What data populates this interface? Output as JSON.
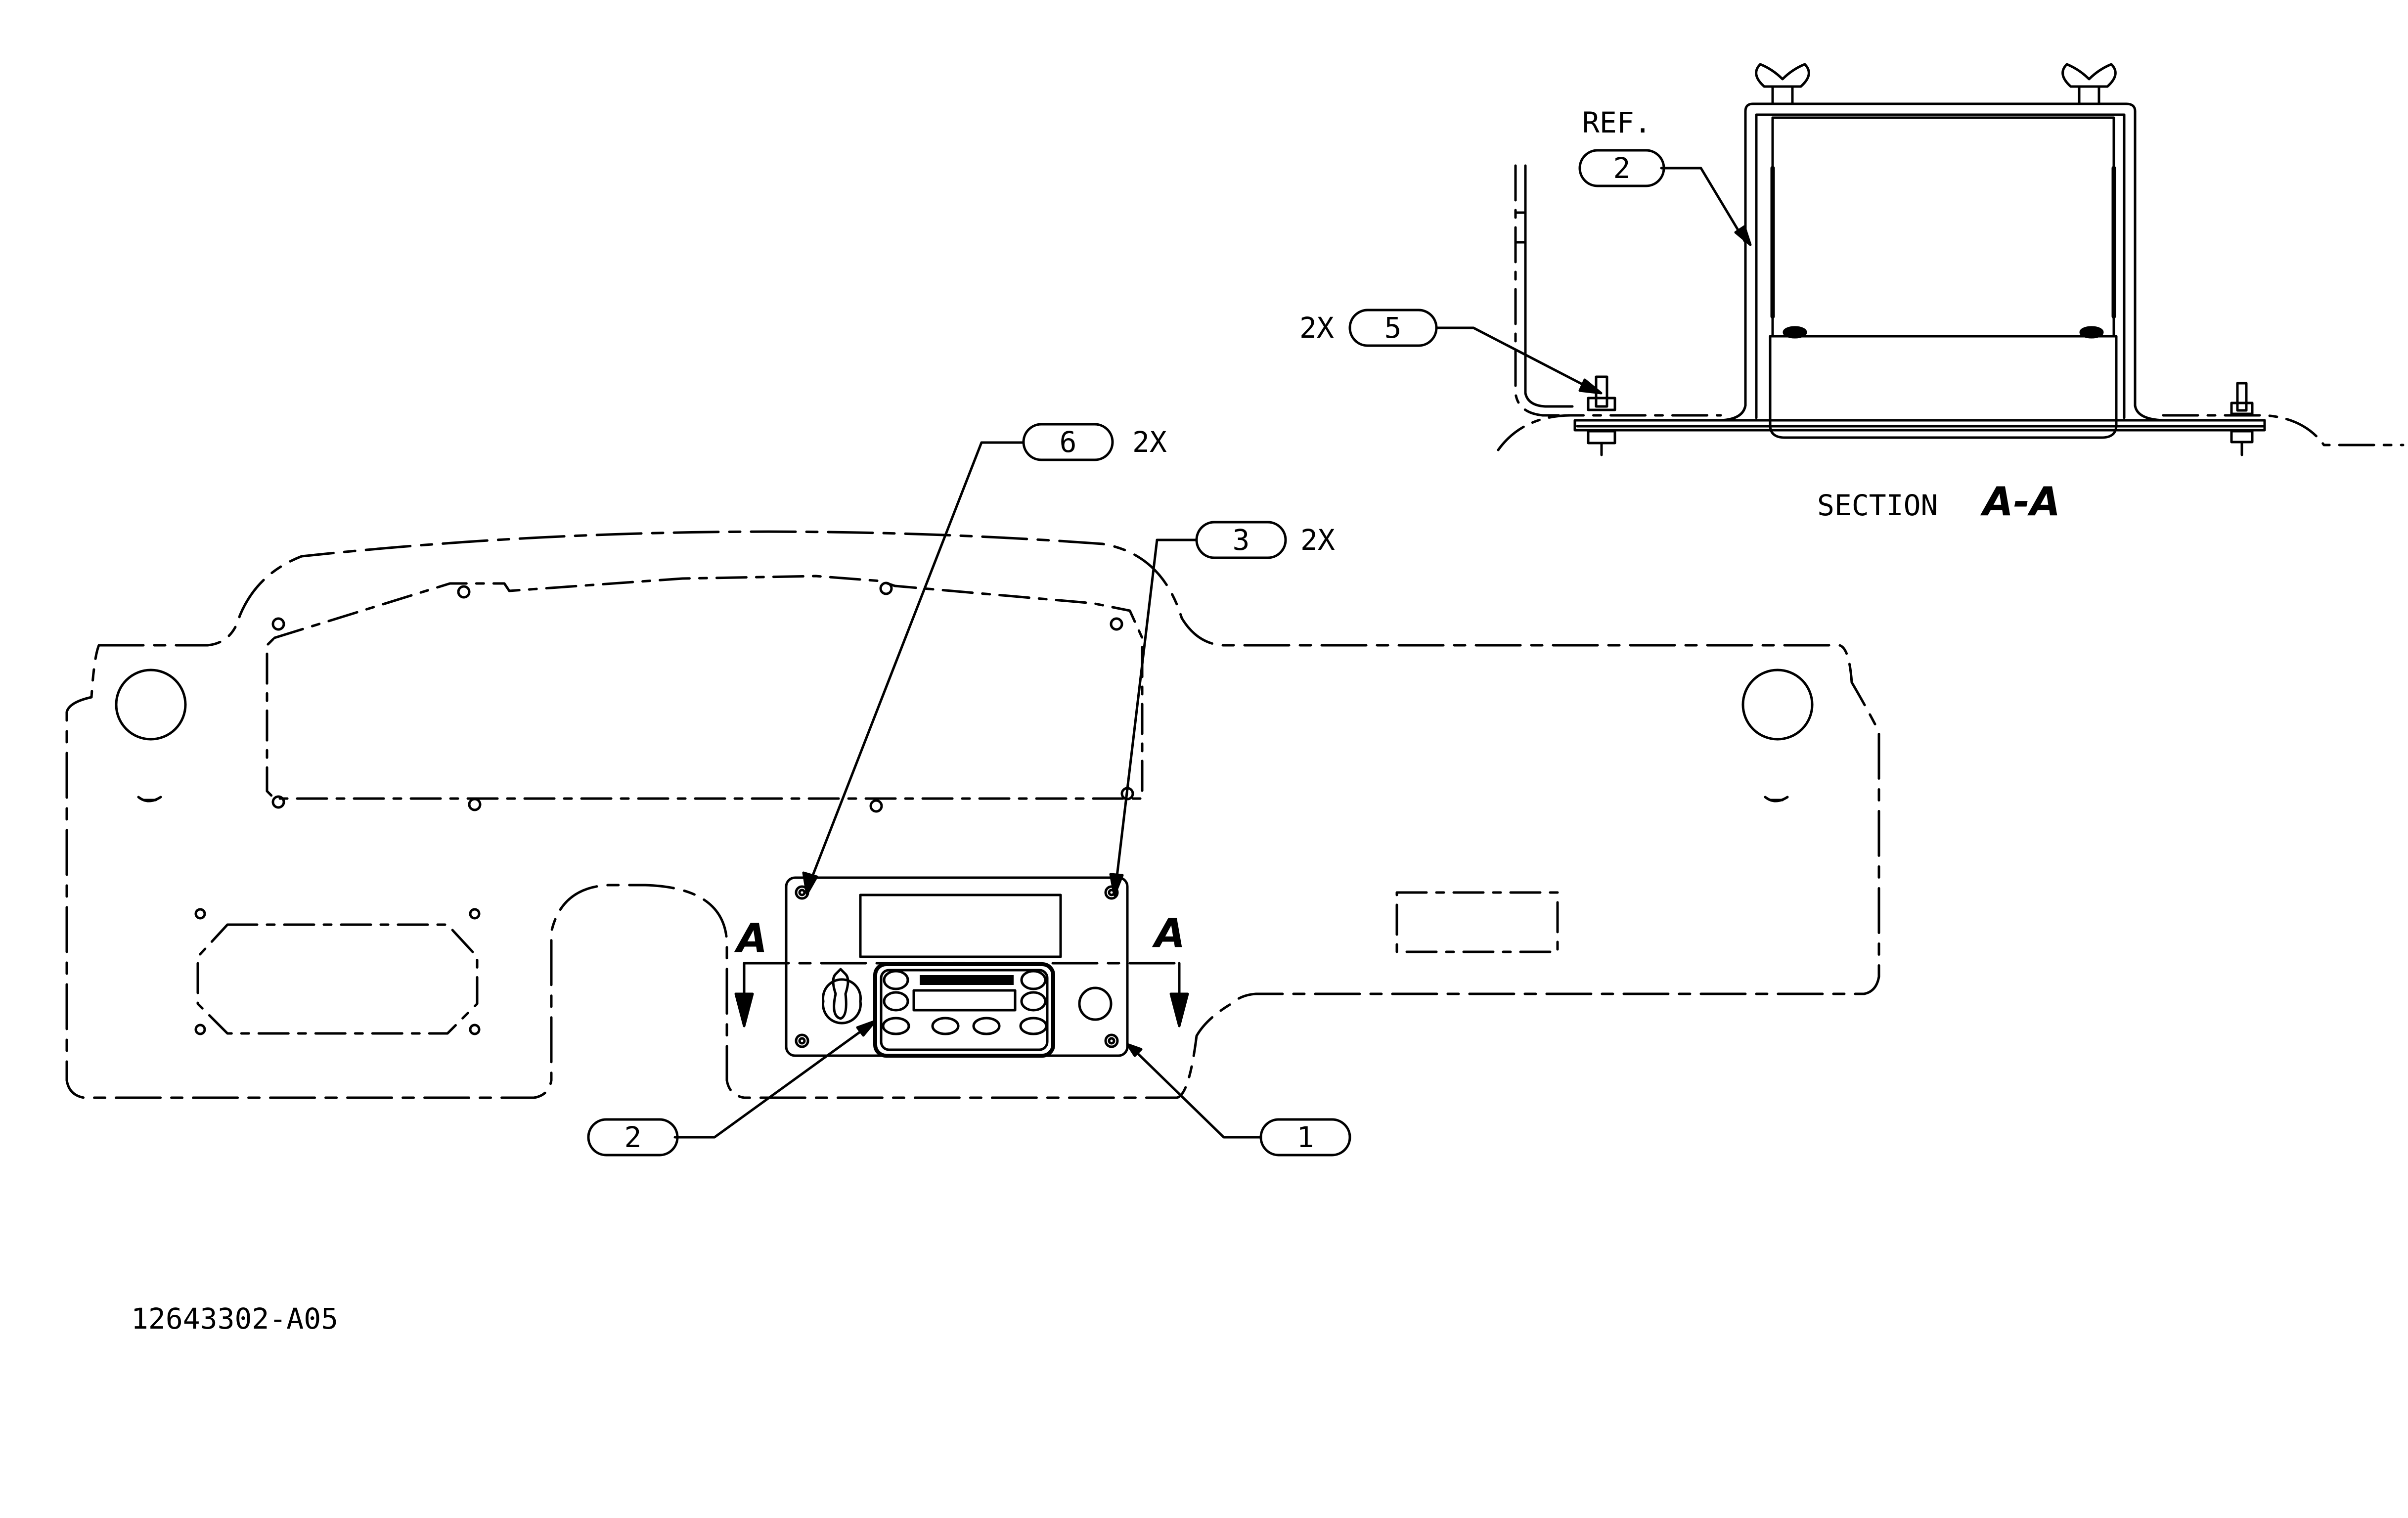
{
  "drawing": {
    "part_number": "12643302-A05",
    "section_title": "SECTION",
    "section_letter": "A-A",
    "section_marker": "A",
    "ref_label": "REF.",
    "callouts": [
      {
        "id": "1",
        "qty": ""
      },
      {
        "id": "2",
        "qty": ""
      },
      {
        "id": "2",
        "qty": ""
      },
      {
        "id": "3",
        "qty": "2X"
      },
      {
        "id": "5",
        "qty": "2X"
      },
      {
        "id": "6",
        "qty": "2X"
      }
    ],
    "colors": {
      "line": "#000000",
      "background": "#ffffff"
    }
  }
}
